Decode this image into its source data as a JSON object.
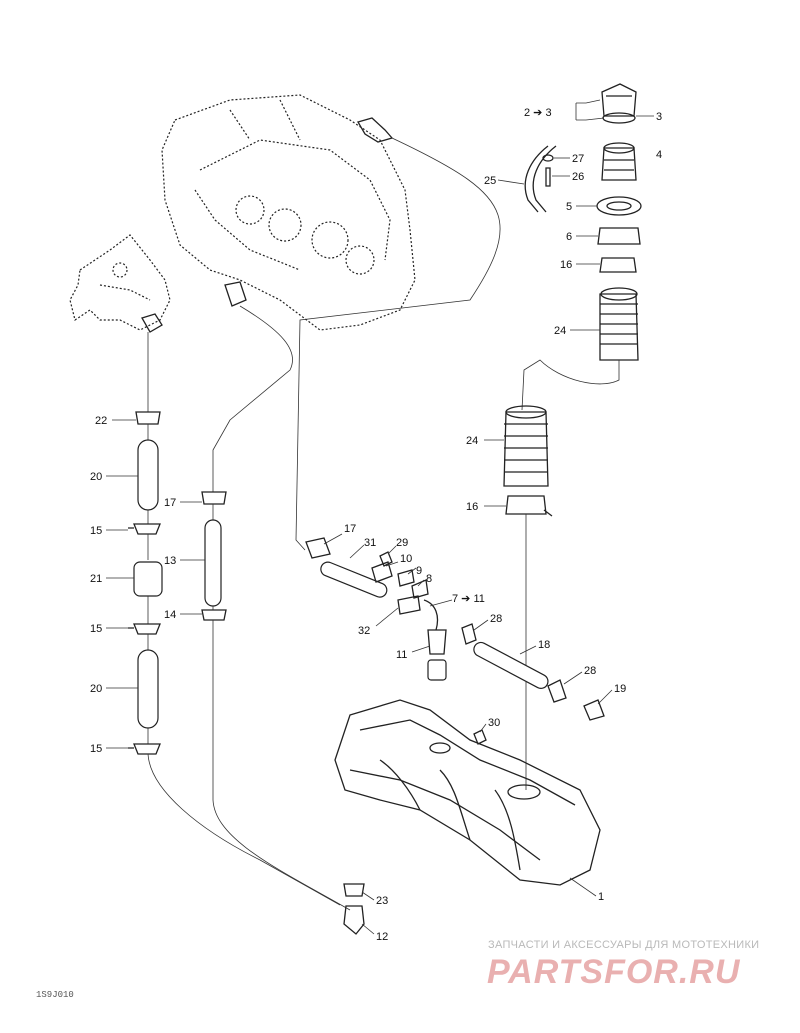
{
  "diagram": {
    "labels": {
      "l1": "1",
      "l2_3": "2 ➔ 3",
      "l3": "3",
      "l4": "4",
      "l5": "5",
      "l6": "6",
      "l16a": "16",
      "l24a": "24",
      "l25": "25",
      "l26": "26",
      "l27": "27",
      "l24b": "24",
      "l16b": "16",
      "l22": "22",
      "l20a": "20",
      "l15a": "15",
      "l21": "21",
      "l15b": "15",
      "l20b": "20",
      "l15c": "15",
      "l17a": "17",
      "l13": "13",
      "l14": "14",
      "l17b": "17",
      "l31": "31",
      "l29": "29",
      "l10": "10",
      "l9": "9",
      "l8": "8",
      "l7_11": "7 ➔ 11",
      "l32": "32",
      "l11": "11",
      "l28a": "28",
      "l18": "18",
      "l28b": "28",
      "l19": "19",
      "l30": "30",
      "l23": "23",
      "l12": "12"
    },
    "code": "1S9J010"
  },
  "watermark": {
    "tagline": "ЗАПЧАСТИ И АКСЕССУАРЫ ДЛЯ МОТОТЕХНИКИ",
    "logo": "PARTSFOR.RU"
  }
}
